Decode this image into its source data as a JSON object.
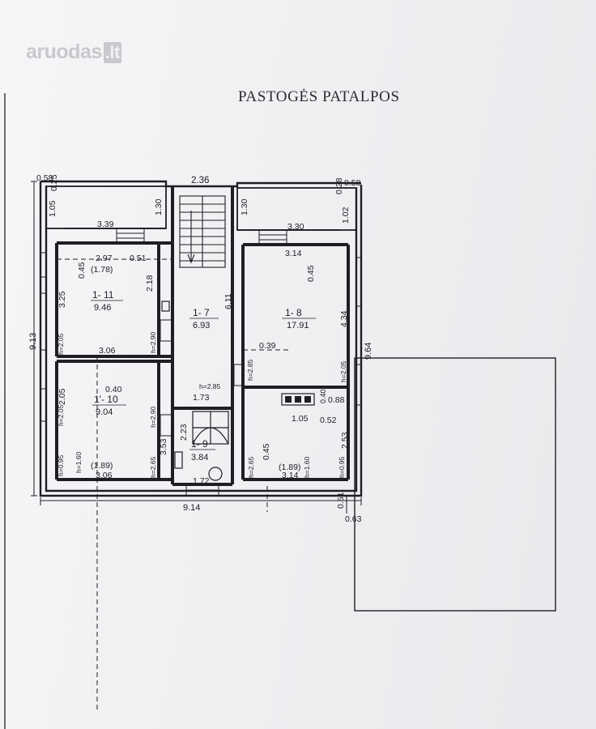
{
  "logo": {
    "text": "aruodas",
    "tld": ".lt"
  },
  "title": "PASTOGĖS PATALPOS",
  "dims": {
    "top_left_ext": "0.58",
    "top_left_ext2": "0.25",
    "top_center": "2.36",
    "top_right_ext": "0.58",
    "top_right_ext2": "0.28",
    "left_wall_a": "1.05",
    "left_balcony_w": "3.39",
    "left_balcony_h": "1.30",
    "right_balcony_h": "1.30",
    "right_balcony_w": "3.30",
    "right_wall_a": "1.02",
    "overall_left": "9.13",
    "overall_right": "9.64",
    "bottom_width": "9.14",
    "bottom_right_a": "0.51",
    "bottom_right_b": "0.63"
  },
  "rooms": [
    {
      "id": "1- 11",
      "area": "9.46",
      "w_top": "2.97",
      "sub": "(1.78)",
      "d1": "0.45",
      "d2": "0.51",
      "side": "2.18",
      "left": "3.25",
      "h": "h=2.05",
      "h2": "h=2.90",
      "bottom": "3.06"
    },
    {
      "id": "1- 7",
      "area": "6.93",
      "side": "6.11",
      "h": "h=2.85",
      "bottom": "1.73"
    },
    {
      "id": "1- 8",
      "area": "17.91",
      "top": "3.14",
      "d1": "0.45",
      "side": "4.34",
      "d2": "0.39",
      "h": "h=2.85",
      "h2": "h=2.05",
      "k1": "0.40",
      "k2": "0.88",
      "k3": "1.05",
      "k4": "0.52"
    },
    {
      "id": "1'- 10",
      "area": "9.04",
      "d1": "0.40",
      "left": "2.05",
      "h": "h=2.05",
      "h2": "h=2.90",
      "h3": "h=0.95",
      "h4": "h=1.60",
      "h5": "h=2.65",
      "side": "3.53",
      "sub": "(1.89)",
      "bottom": "3.06"
    },
    {
      "id": "1- 9",
      "area": "3.84",
      "side": "2.23",
      "bottom": "1.72"
    },
    {
      "id": "bottom-right",
      "h": "h=2.65",
      "d1": "0.45",
      "h2": "h=1.60",
      "sub": "(1.89)",
      "bottom": "3.14",
      "h3": "h=0.95",
      "side": "2.53"
    }
  ]
}
